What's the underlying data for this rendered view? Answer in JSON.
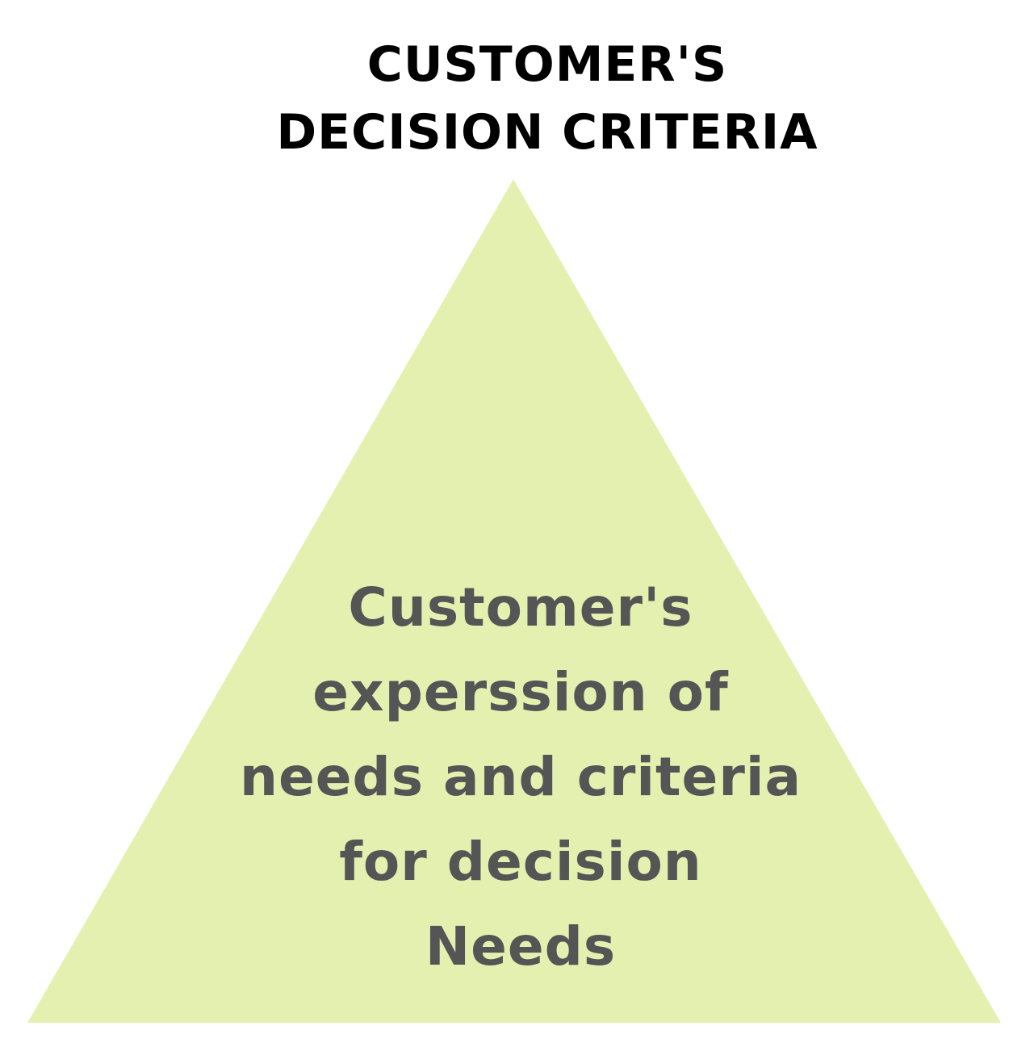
{
  "title": {
    "line1": "CUSTOMER'S",
    "line2": "DECISION CRITERIA"
  },
  "pyramid": {
    "fill_color": "#e4f0b0",
    "text_color": "#555555",
    "lines": [
      "Customer's",
      "experssion of",
      "needs and criteria",
      "for decision",
      "Needs"
    ]
  }
}
